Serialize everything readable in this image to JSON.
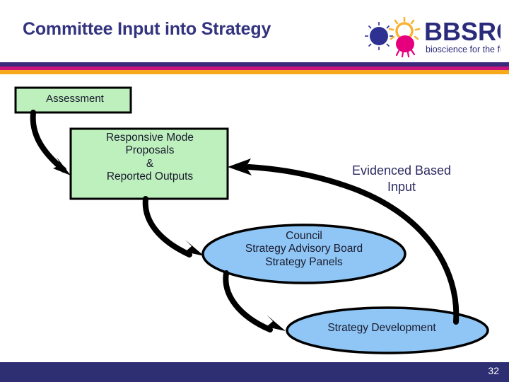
{
  "slide": {
    "title": "Committee Input into Strategy",
    "page_number": "32",
    "background_color": "#ffffff"
  },
  "brand": {
    "logo_name": "bbsrc-logo",
    "wordmark": "BBSRC",
    "tagline": "bioscience for the future",
    "wordmark_color": "#2b2b7c",
    "tagline_color": "#2b2b7c",
    "icon_blue": "#2e3192",
    "icon_yellow": "#f9b233",
    "icon_magenta": "#e6007e"
  },
  "rules": {
    "purple": "#3a2a7c",
    "magenta": "#c8157d",
    "orange": "#f6a91b"
  },
  "footer": {
    "bar_color": "#2e2e73",
    "page_number": "32"
  },
  "diagram": {
    "title_color": "#33337f",
    "box_fill": "#bdf0bd",
    "box_stroke": "#000000",
    "ellipse_fill": "#8fc6f5",
    "ellipse_stroke": "#000000",
    "arrow_color": "#000000",
    "nodes": [
      {
        "id": "assessment",
        "shape": "rectangle",
        "label": "Assessment",
        "lines": [
          "Assessment"
        ]
      },
      {
        "id": "responsive-mode",
        "shape": "rectangle",
        "label": "Responsive Mode Proposals & Reported Outputs",
        "lines": [
          "Responsive Mode",
          "Proposals",
          "&",
          "Reported Outputs"
        ]
      },
      {
        "id": "evidenced-based-input",
        "shape": "text",
        "label": "Evidenced Based Input",
        "lines": [
          "Evidenced Based",
          "Input"
        ]
      },
      {
        "id": "council",
        "shape": "ellipse",
        "label": "Council Strategy Advisory Board Strategy Panels",
        "lines": [
          "Council",
          "Strategy Advisory Board",
          "Strategy Panels"
        ]
      },
      {
        "id": "strategy-development",
        "shape": "ellipse",
        "label": "Strategy Development",
        "lines": [
          "Strategy Development"
        ]
      }
    ],
    "edges": [
      {
        "id": "assessment-to-responsive",
        "from": "assessment",
        "to": "responsive-mode"
      },
      {
        "id": "responsive-to-council",
        "from": "responsive-mode",
        "to": "council"
      },
      {
        "id": "council-to-strategy-development",
        "from": "council",
        "to": "strategy-development"
      },
      {
        "id": "strategy-development-to-responsive",
        "from": "strategy-development",
        "to": "responsive-mode"
      }
    ]
  }
}
